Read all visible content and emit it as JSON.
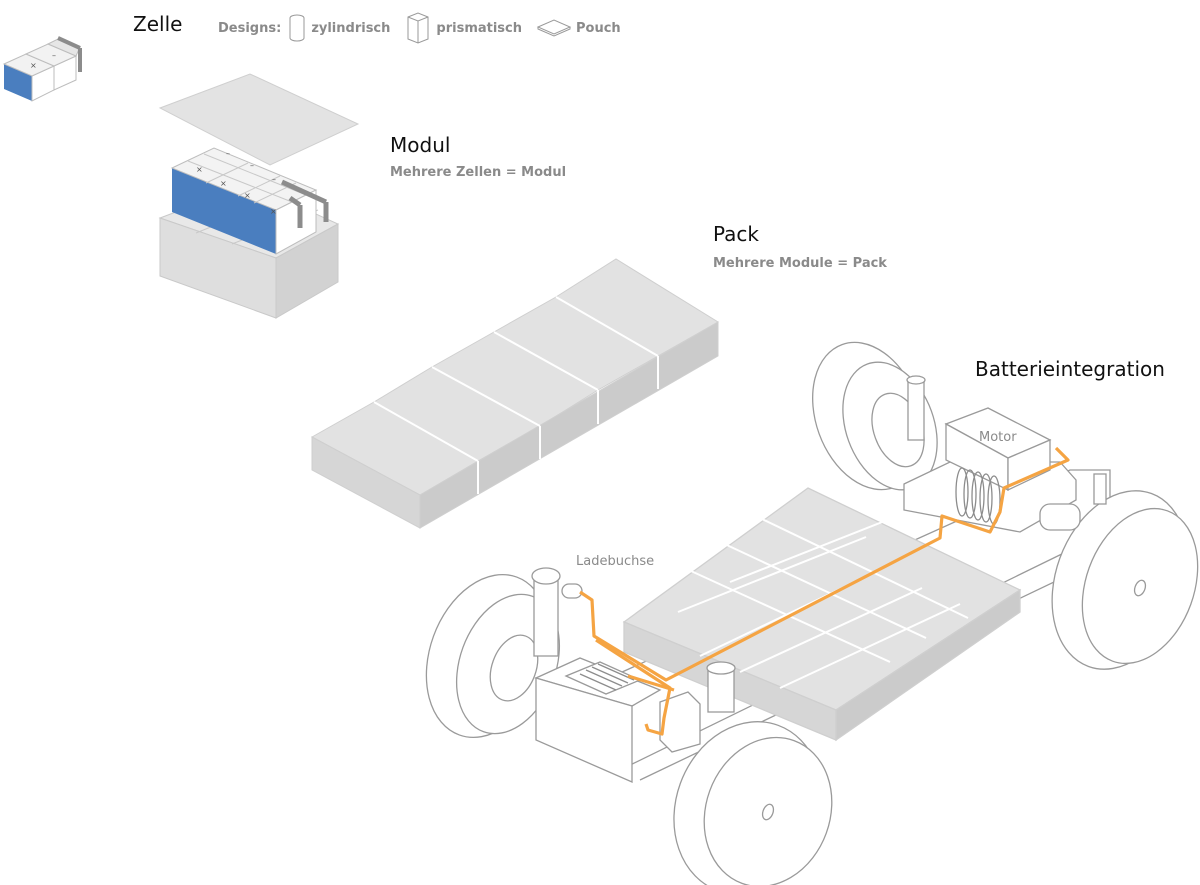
{
  "zelle": {
    "title": "Zelle"
  },
  "designs": {
    "label": "Designs:",
    "items": [
      {
        "name": "zylindrisch",
        "icon": "cylinder-cell-icon"
      },
      {
        "name": "prismatisch",
        "icon": "prismatic-cell-icon"
      },
      {
        "name": "Pouch",
        "icon": "pouch-cell-icon"
      }
    ]
  },
  "modul": {
    "title": "Modul",
    "subtitle": "Mehrere Zellen = Modul"
  },
  "pack": {
    "title": "Pack",
    "subtitle": "Mehrere Module = Pack"
  },
  "integration": {
    "title": "Batterieintegration",
    "motor_label": "Motor",
    "charging_label": "Ladebuchse"
  },
  "colors": {
    "cell_blue": "#4a7ebf",
    "wire_orange": "#f5a443",
    "block_gray": "#d9d9d9",
    "outline": "#9a9a9a"
  }
}
